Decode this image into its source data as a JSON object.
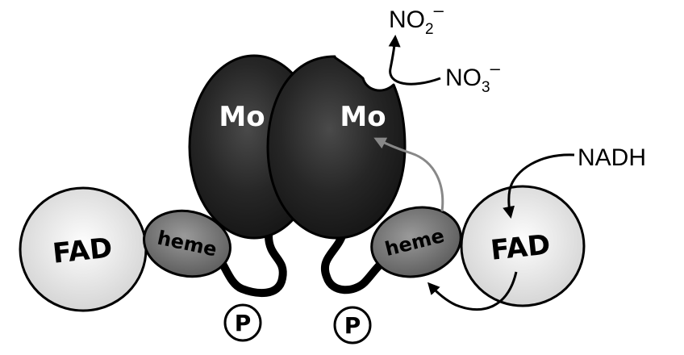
{
  "labels": {
    "mo_left": "Mo",
    "mo_right": "Mo",
    "heme_left": "heme",
    "heme_right": "heme",
    "fad_left": "FAD",
    "fad_right": "FAD",
    "p_left": "P",
    "p_right": "P",
    "nadh": "NADH",
    "nitrate": {
      "base": "NO",
      "sub": "3",
      "sup": "–"
    },
    "nitrite": {
      "base": "NO",
      "sub": "2",
      "sup": "–"
    }
  },
  "colors": {
    "mo_domain": "#1f1f1f",
    "heme_domain": "#6e6e6e",
    "fad_domain": "#e8e8e8",
    "outline": "#000000"
  },
  "icons": {
    "electron_flow": "curved-arrow",
    "substrate_flow": "curved-arrow"
  }
}
